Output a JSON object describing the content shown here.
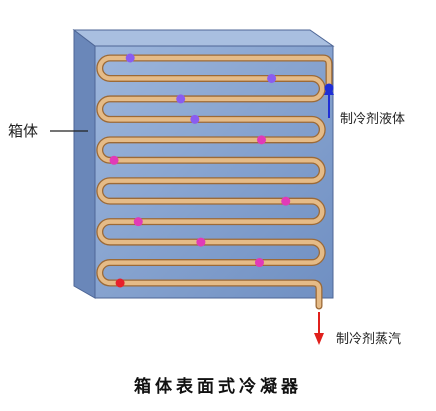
{
  "labels": {
    "box": "箱体",
    "inlet": "制冷剂液体",
    "outlet": "制冷剂蒸汽",
    "caption": "箱体表面式冷凝器"
  },
  "colors": {
    "box_face": "#7f9ecb",
    "box_side": "#6a87b9",
    "box_top": "#a9bfe0",
    "tube": "#e5bb87",
    "tube_edge": "#9c6a37",
    "inlet_arrow": "#1f2fd6",
    "outlet_arrow": "#e0201c",
    "bubble_violet": "#8a5cf0",
    "bubble_magenta": "#e13ab8",
    "bubble_red": "#e8202a"
  },
  "tube": {
    "passes": 12
  },
  "bubbles": [
    {
      "pass": 1,
      "position": 0.1,
      "color": "bubble_violet"
    },
    {
      "pass": 2,
      "position": 0.8,
      "color": "bubble_violet"
    },
    {
      "pass": 3,
      "position": 0.35,
      "color": "bubble_violet"
    },
    {
      "pass": 4,
      "position": 0.42,
      "color": "bubble_violet"
    },
    {
      "pass": 5,
      "position": 0.75,
      "color": "bubble_magenta"
    },
    {
      "pass": 6,
      "position": 0.02,
      "color": "bubble_magenta"
    },
    {
      "pass": 8,
      "position": 0.87,
      "color": "bubble_magenta"
    },
    {
      "pass": 9,
      "position": 0.14,
      "color": "bubble_magenta"
    },
    {
      "pass": 10,
      "position": 0.45,
      "color": "bubble_magenta"
    },
    {
      "pass": 11,
      "position": 0.74,
      "color": "bubble_magenta"
    },
    {
      "pass": 12,
      "position": 0.05,
      "color": "bubble_red"
    }
  ]
}
